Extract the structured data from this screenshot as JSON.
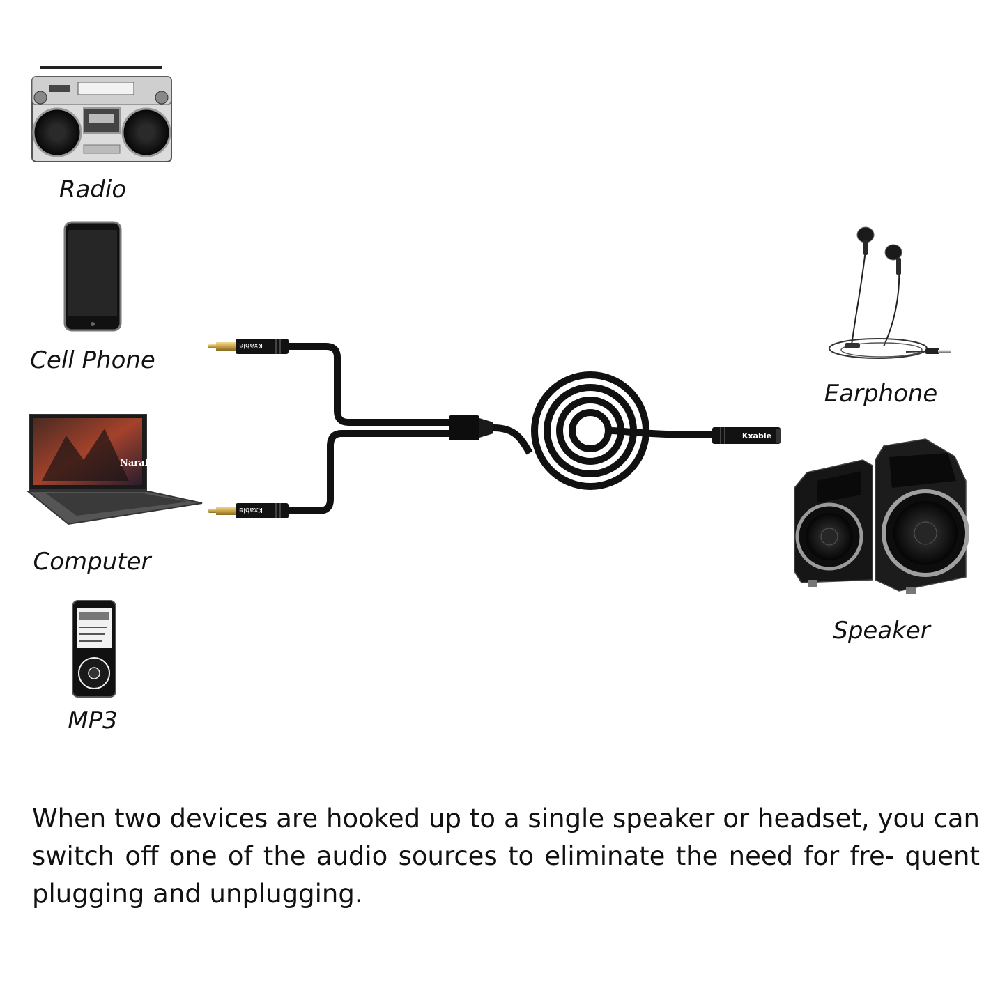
{
  "devices": {
    "radio": {
      "label": "Radio",
      "icon": "radio-icon"
    },
    "cell_phone": {
      "label": "Cell Phone",
      "icon": "cell-phone-icon"
    },
    "computer": {
      "label": "Computer",
      "icon": "laptop-icon"
    },
    "mp3": {
      "label": "MP3",
      "icon": "mp3-player-icon"
    },
    "earphone": {
      "label": "Earphone",
      "icon": "earphone-icon"
    },
    "speaker": {
      "label": "Speaker",
      "icon": "speaker-icon"
    }
  },
  "cable": {
    "brand_plug_top": "Kxable",
    "brand_plug_bottom": "Kxable",
    "brand_female": "Kxable"
  },
  "caption": "When two devices are hooked up to a single speaker or headset, you can switch off one of the audio sources to eliminate the need for fre- quent plugging and unplugging.",
  "colors": {
    "cable": "#111111",
    "gold": "#c9a54a",
    "text": "#111111"
  }
}
